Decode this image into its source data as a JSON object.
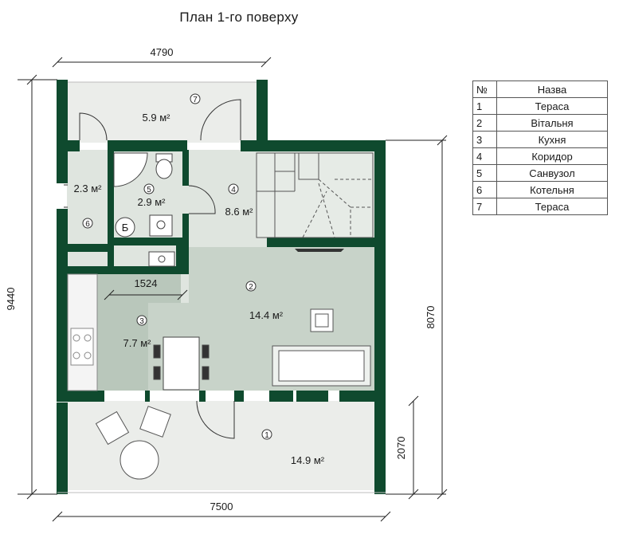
{
  "title": "План 1-го поверху",
  "dimensions": {
    "top_width": "4790",
    "bottom_width": "7500",
    "left_height": "9440",
    "right_height": "8070",
    "terrace_depth": "2070",
    "kitchen_width": "1524"
  },
  "rooms": [
    {
      "number": "1",
      "area": "14.9 м²"
    },
    {
      "number": "2",
      "area": "14.4 м²"
    },
    {
      "number": "3",
      "area": "7.7 м²"
    },
    {
      "number": "4",
      "area": "8.6 м²"
    },
    {
      "number": "5",
      "area": "2.9 м²"
    },
    {
      "number": "6",
      "area": "2.3 м²"
    },
    {
      "number": "7",
      "area": "5.9 м²"
    }
  ],
  "boiler_mark": "Б",
  "legend": {
    "header_num": "№",
    "header_name": "Назва",
    "rows": [
      {
        "num": "1",
        "name": "Тераса"
      },
      {
        "num": "2",
        "name": "Вітальня"
      },
      {
        "num": "3",
        "name": "Кухня"
      },
      {
        "num": "4",
        "name": "Коридор"
      },
      {
        "num": "5",
        "name": "Санвузол"
      },
      {
        "num": "6",
        "name": "Котельня"
      },
      {
        "num": "7",
        "name": "Тераса"
      }
    ]
  },
  "colors": {
    "wall": "#0f4a2e",
    "terrace_floor": "#ebedea",
    "room_floor": "#dfe5df",
    "living_floor": "#c8d3c9",
    "kitchen_floor": "#b9c7bb",
    "stair_floor": "#dfe5df"
  }
}
